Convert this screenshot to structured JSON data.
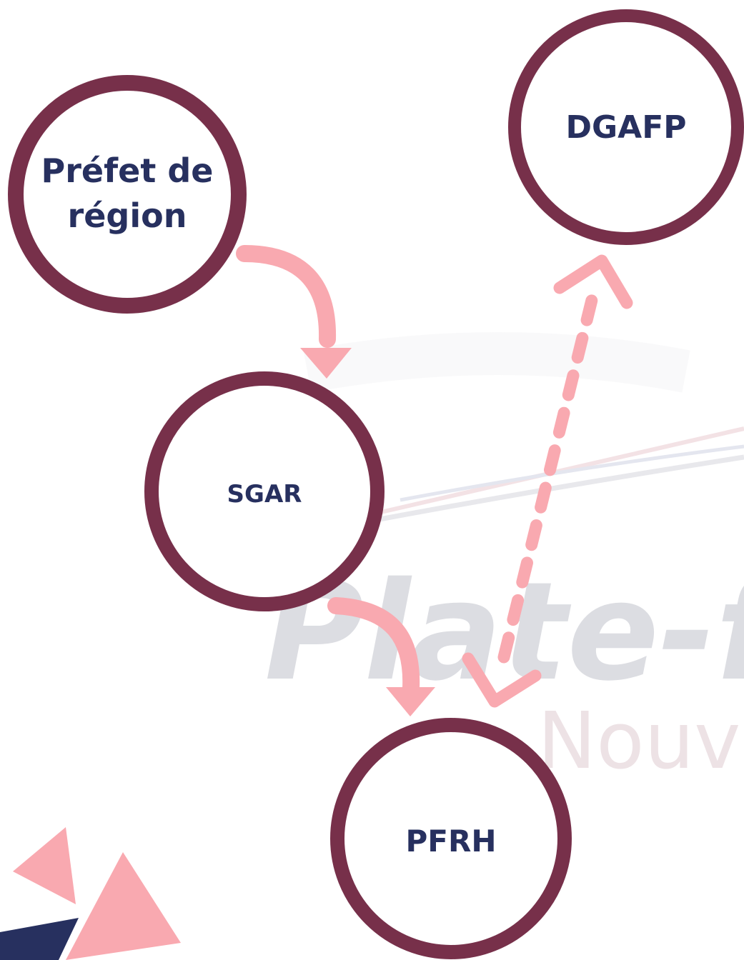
{
  "colors": {
    "ring": "#77304a",
    "label": "#27305f",
    "arrow": "#f9a9b0",
    "navy": "#27305f",
    "watermark": "#d9dadf"
  },
  "nodes": {
    "prefet": {
      "line1": "Préfet de",
      "line2": "région"
    },
    "dgafp": {
      "label": "DGAFP"
    },
    "sgar": {
      "label": "SGAR"
    },
    "pfrh": {
      "label": "PFRH"
    }
  },
  "edges": [
    {
      "from": "Préfet de région",
      "to": "SGAR",
      "style": "solid"
    },
    {
      "from": "SGAR",
      "to": "PFRH",
      "style": "solid"
    },
    {
      "from": "PFRH",
      "to": "DGAFP",
      "style": "dashed",
      "bidirectional": true
    }
  ],
  "watermark": {
    "main": "Plate-fo",
    "sub": "Nouve"
  }
}
